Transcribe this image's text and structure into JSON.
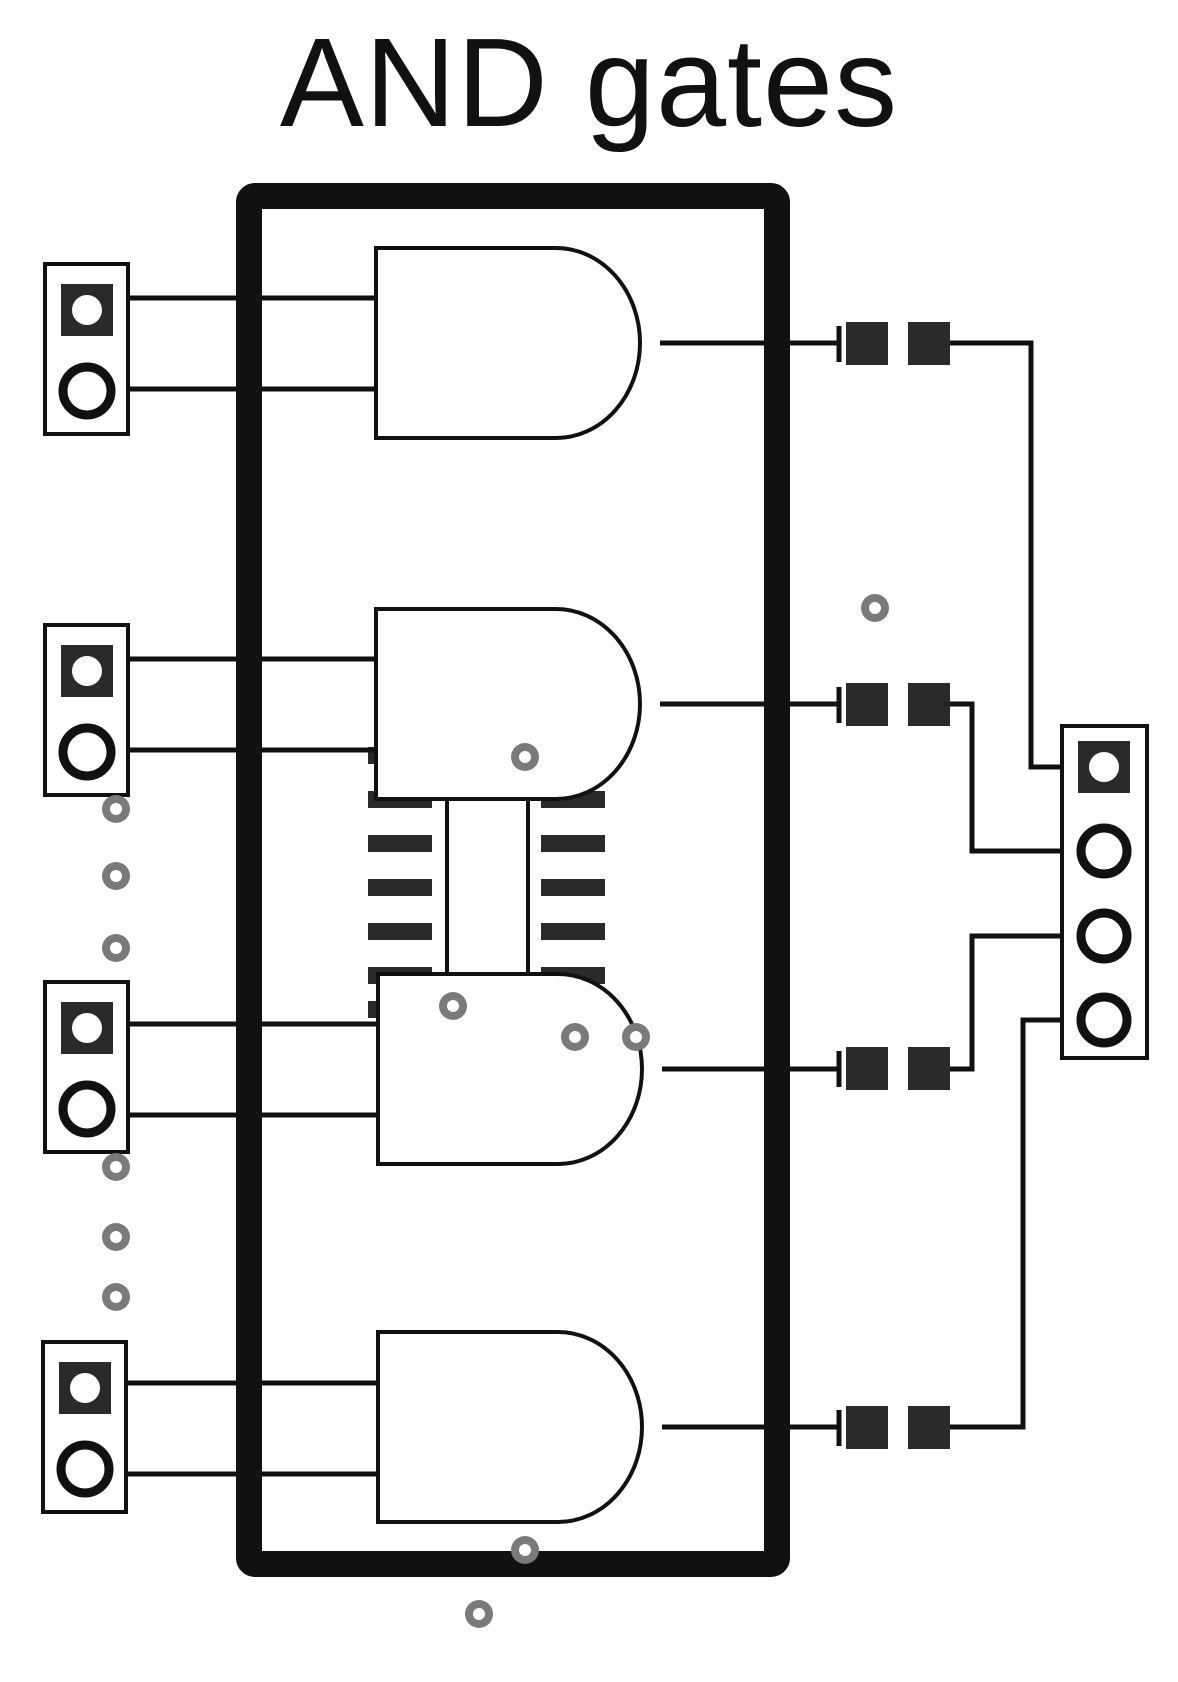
{
  "title": "AND gates",
  "colors": {
    "ink": "#111111",
    "pad": "#2a2a2a",
    "via": "#7a7a7a",
    "background": "#ffffff"
  },
  "board": {
    "gate_count": 4,
    "gate_symbol": "and-gate",
    "input_headers": 4,
    "input_pins_per_header": 2,
    "output_header_pins": 4,
    "ic_pins_per_side": 7
  }
}
